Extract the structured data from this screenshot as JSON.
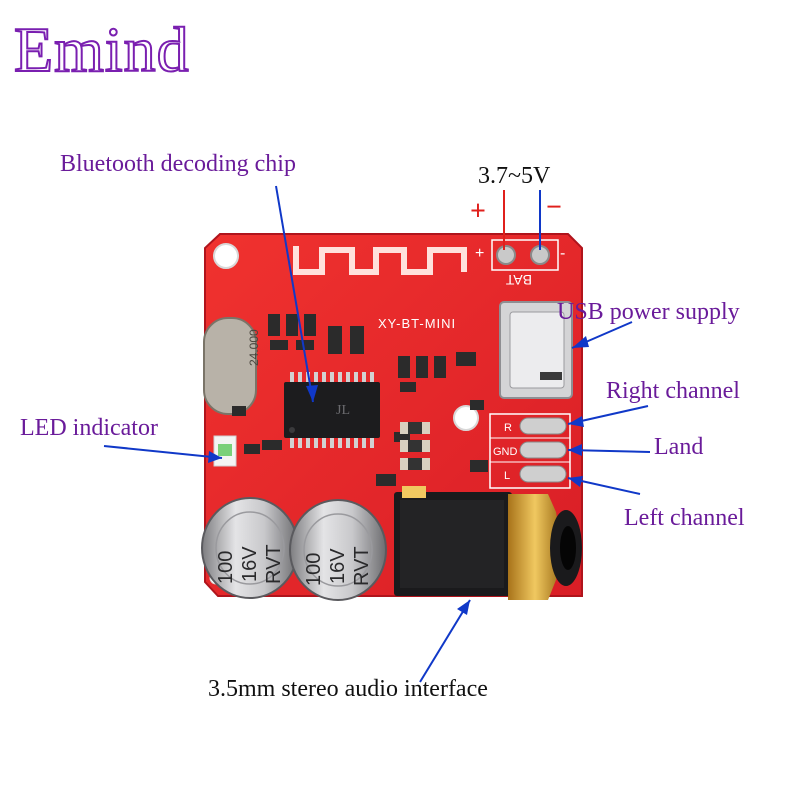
{
  "brand": "Emind",
  "board": {
    "model_silkscreen": "XY-BT-MINI",
    "battery_silkscreen": "BAT",
    "battery_plus_mark": "+",
    "battery_minus_mark": "-",
    "crystal_marking": "24.000",
    "pad_labels": [
      "R",
      "GND",
      "L"
    ],
    "capacitor_markings": [
      "100",
      "16V",
      "RVT"
    ]
  },
  "annotations": {
    "bluetooth_chip": "Bluetooth decoding chip",
    "voltage": "3.7~5V",
    "plus": "+",
    "minus": "−",
    "usb_power": "USB power supply",
    "right_channel": "Right channel",
    "land": "Land",
    "led_indicator": "LED indicator",
    "left_channel": "Left channel",
    "audio_interface": "3.5mm stereo audio interface"
  },
  "colors": {
    "brand_outline": "#7a1fb0",
    "label_purple": "#6a1b9a",
    "pcb_red": "#e8262b",
    "arrow_blue": "#1038c8",
    "polarity_red": "#e0201c"
  }
}
